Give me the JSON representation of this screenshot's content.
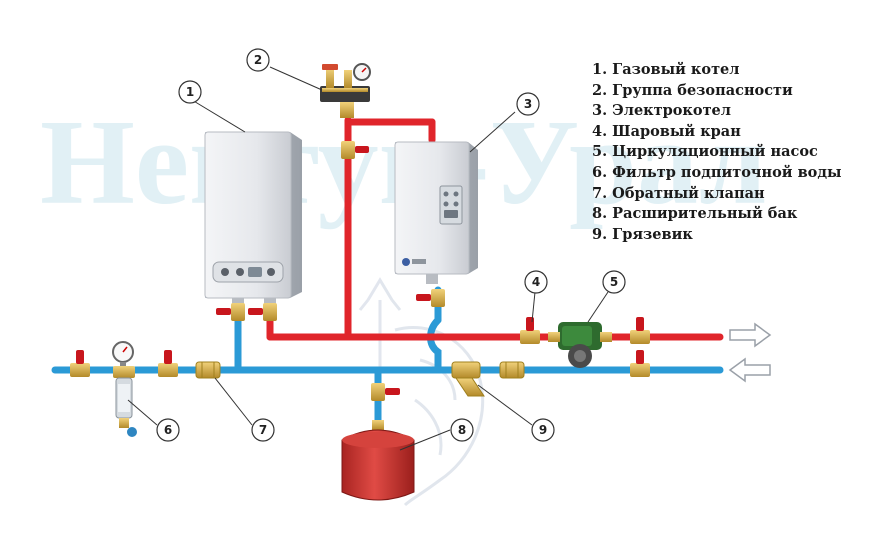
{
  "watermark": "Нептун-Урал",
  "legend": [
    "1. Газовый котел",
    "2. Группа безопасности",
    "3. Электрокотел",
    "4. Шаровый кран",
    "5. Циркуляционный насос",
    "6. Фильтр подпиточной воды",
    "7. Обратный клапан",
    "8. Расширительный бак",
    "9. Грязевик"
  ],
  "callouts": [
    "1",
    "2",
    "3",
    "4",
    "5",
    "6",
    "7",
    "8",
    "9"
  ],
  "colors": {
    "supply_pipe": "#e0252b",
    "return_pipe": "#2b9ad6",
    "valve_handle": "#c8161d",
    "brass": "#d9b24a",
    "tank": "#c9302c",
    "pump": "#2e6b2e"
  }
}
